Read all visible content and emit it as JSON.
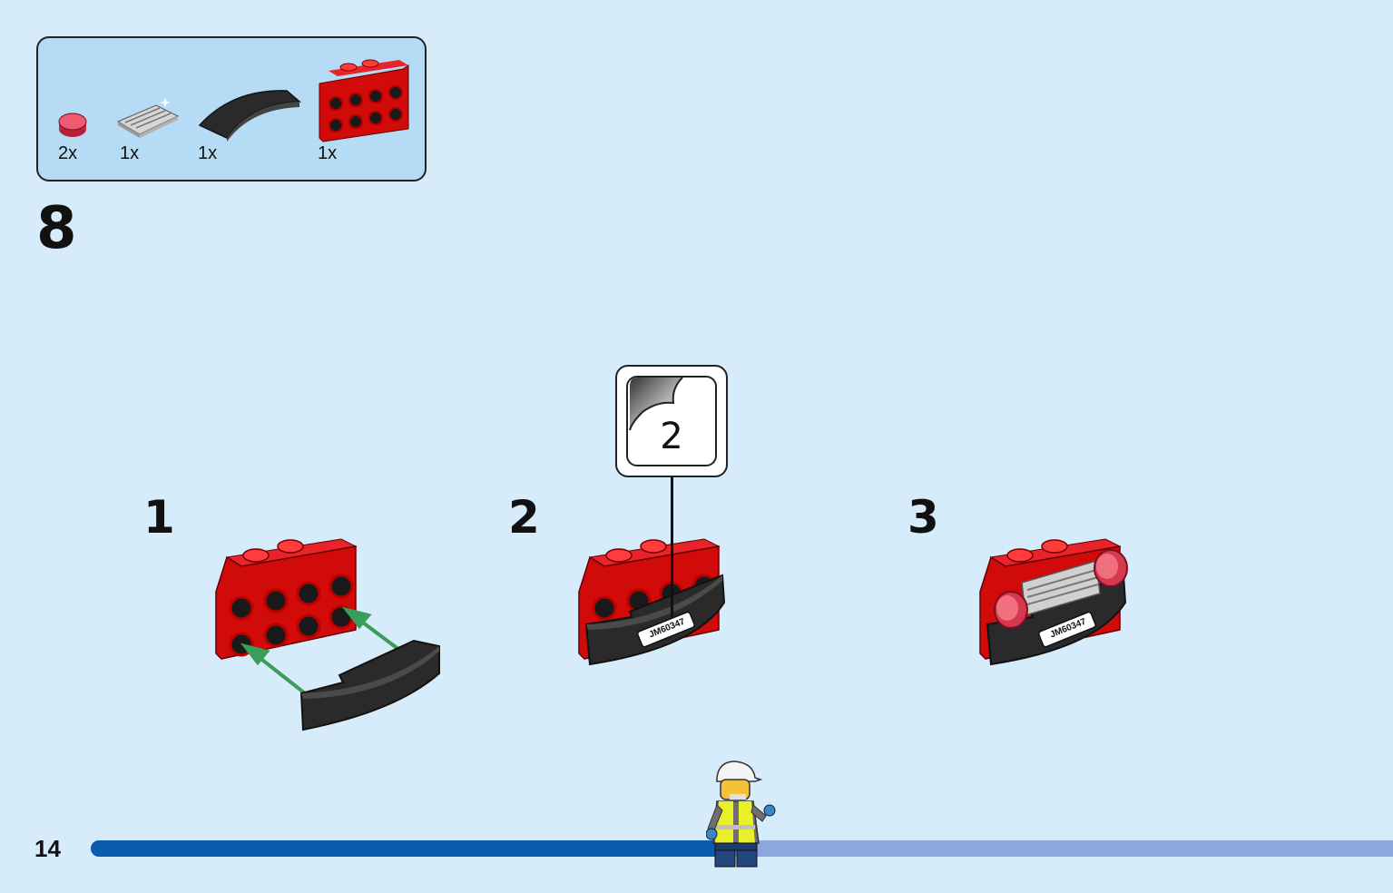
{
  "parts": [
    {
      "name": "round-tile-red-transparent",
      "qty": "2x"
    },
    {
      "name": "grille-tile-silver",
      "qty": "1x"
    },
    {
      "name": "curved-slope-black",
      "qty": "1x"
    },
    {
      "name": "bracket-plate-red",
      "qty": "1x"
    }
  ],
  "step": {
    "number": "8"
  },
  "substeps": [
    {
      "label": "1"
    },
    {
      "label": "2"
    },
    {
      "label": "3"
    }
  ],
  "sticker": {
    "number": "2",
    "plate_text": "JM60347"
  },
  "page": {
    "number": "14",
    "progress": 0.48
  },
  "colors": {
    "background": "#d6ecfa",
    "parts_box": "#b5dbf5",
    "brick_red": "#d10a0a",
    "brick_black": "#2a2a2a",
    "arrow_green": "#3a9d5a",
    "progress_done": "#0a5cb0",
    "progress_remaining": "#8aa8db"
  }
}
